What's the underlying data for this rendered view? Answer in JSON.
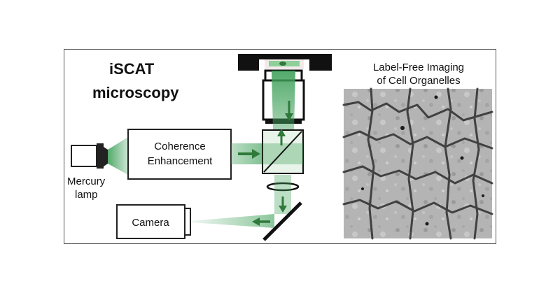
{
  "title_line1": "iSCAT",
  "title_line2": "microscopy",
  "lamp_label_line1": "Mercury",
  "lamp_label_line2": "lamp",
  "coherence_line1": "Coherence",
  "coherence_line2": "Enhancement",
  "camera_label": "Camera",
  "panel_title_line1": "Label-Free Imaging",
  "panel_title_line2": "of Cell Organelles",
  "colors": {
    "beam": "#3fa05a",
    "arrow": "#2f7a3a",
    "frame": "#555555"
  }
}
